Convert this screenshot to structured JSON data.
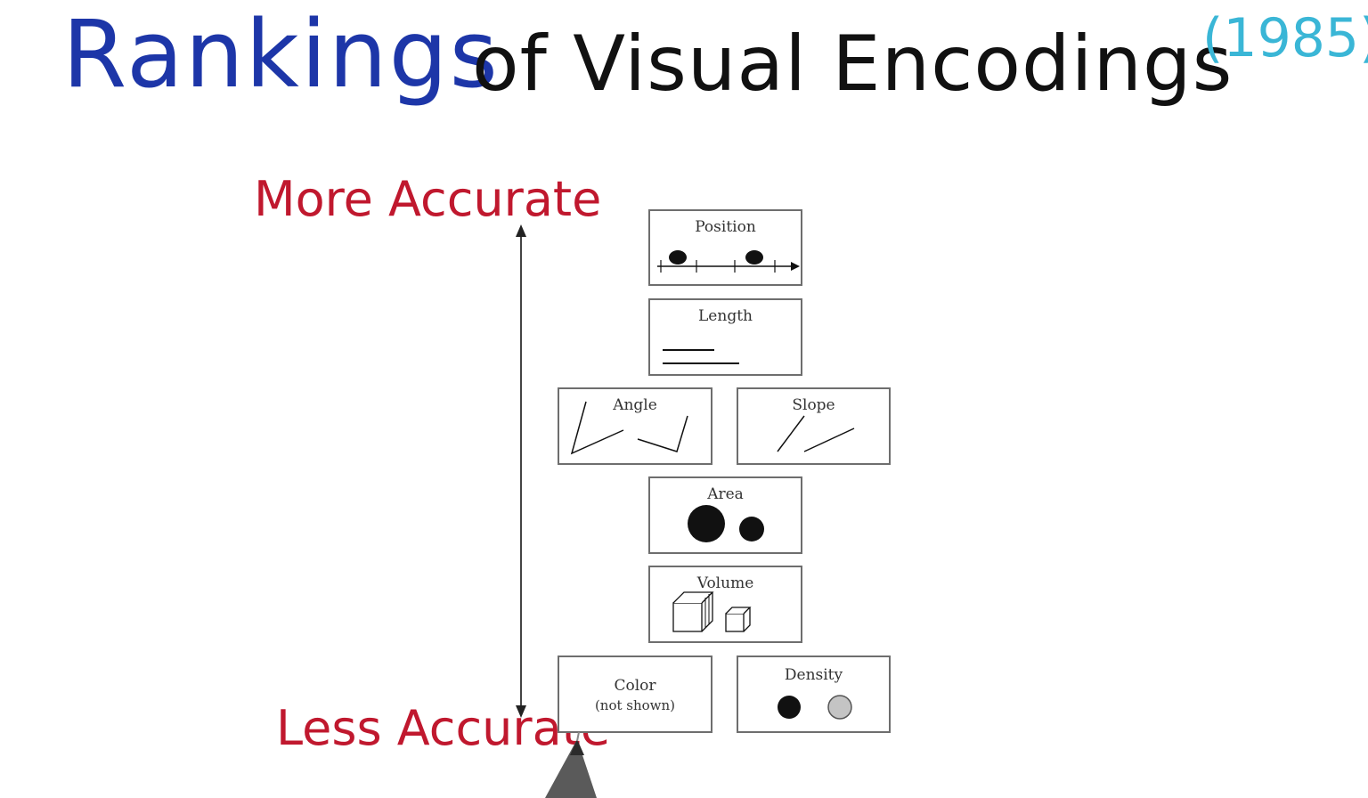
{
  "title": {
    "part1": "Rankings",
    "part2": "of Visual Encodings",
    "year": "(1985)"
  },
  "scale": {
    "top_label": "More Accurate",
    "bottom_label": "Less Accurate"
  },
  "encodings": {
    "position": "Position",
    "length": "Length",
    "angle": "Angle",
    "slope": "Slope",
    "area": "Area",
    "volume": "Volume",
    "color": "Color",
    "color_note": "(not shown)",
    "density": "Density"
  },
  "colors": {
    "title_blue": "#1d36a8",
    "accuracy_red": "#c0182e",
    "year_cyan": "#3ab6d6",
    "density_gray": "#c4c4c4"
  }
}
